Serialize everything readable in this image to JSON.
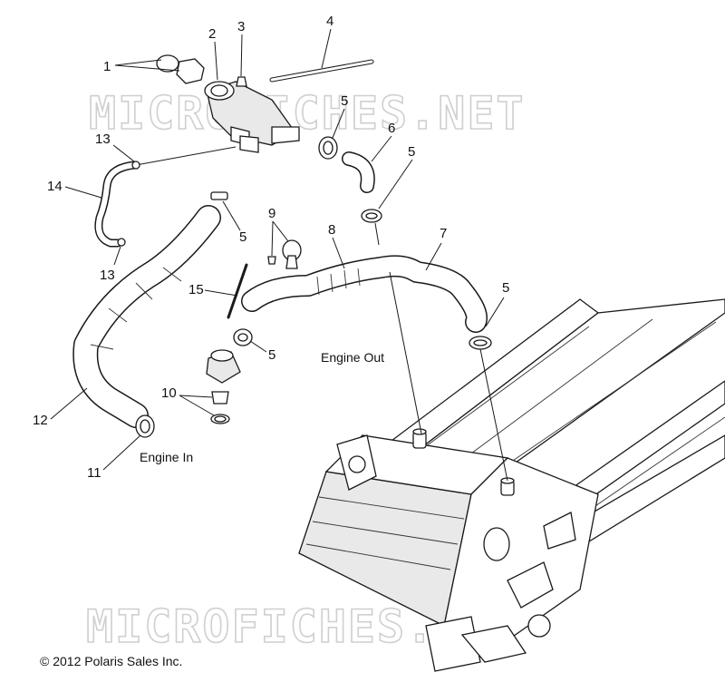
{
  "watermark": {
    "text": "MICROFICHES.NET"
  },
  "callouts": [
    "1",
    "2",
    "3",
    "4",
    "5",
    "6",
    "7",
    "8",
    "9",
    "10",
    "11",
    "12",
    "13",
    "14",
    "15"
  ],
  "captions": {
    "engine_out": "Engine Out",
    "engine_in": "Engine In"
  },
  "copyright": "© 2012 Polaris Sales Inc."
}
